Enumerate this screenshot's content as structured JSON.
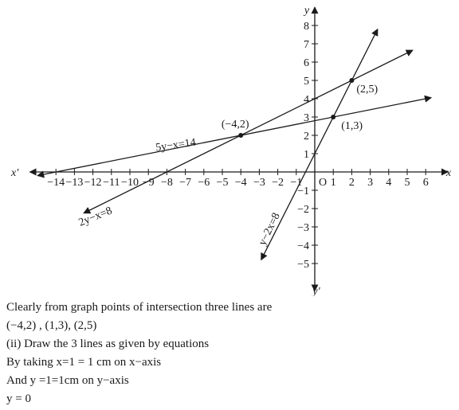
{
  "chart_data": {
    "type": "line",
    "x_axis": {
      "name": "x",
      "name_neg": "x′",
      "origin_label": "O",
      "range": [
        -15.5,
        7.2
      ]
    },
    "y_axis": {
      "name": "y",
      "name_neg": "y′",
      "range": [
        -6.5,
        9.0
      ]
    },
    "x_ticks": [
      {
        "v": -14,
        "label": "−14"
      },
      {
        "v": -13,
        "label": "−13"
      },
      {
        "v": -12,
        "label": "−12"
      },
      {
        "v": -11,
        "label": "−11"
      },
      {
        "v": -10,
        "label": "−10"
      },
      {
        "v": -9,
        "label": "−9"
      },
      {
        "v": -8,
        "label": "−8"
      },
      {
        "v": -7,
        "label": "−7"
      },
      {
        "v": -6,
        "label": "−6"
      },
      {
        "v": -5,
        "label": "−5"
      },
      {
        "v": -4,
        "label": "−4"
      },
      {
        "v": -3,
        "label": "−3"
      },
      {
        "v": -2,
        "label": "−2"
      },
      {
        "v": -1,
        "label": "−1"
      },
      {
        "v": 1,
        "label": "1"
      },
      {
        "v": 2,
        "label": "2"
      },
      {
        "v": 3,
        "label": "3"
      },
      {
        "v": 4,
        "label": "4"
      },
      {
        "v": 5,
        "label": "5"
      },
      {
        "v": 6,
        "label": "6"
      }
    ],
    "y_ticks": [
      {
        "v": 8,
        "label": "8"
      },
      {
        "v": 7,
        "label": "7"
      },
      {
        "v": 6,
        "label": "6"
      },
      {
        "v": 5,
        "label": "5"
      },
      {
        "v": 4,
        "label": "4"
      },
      {
        "v": 3,
        "label": "3"
      },
      {
        "v": 2,
        "label": "2"
      },
      {
        "v": 1,
        "label": "1"
      },
      {
        "v": -1,
        "label": "−1"
      },
      {
        "v": -2,
        "label": "−2"
      },
      {
        "v": -3,
        "label": "−3"
      },
      {
        "v": -4,
        "label": "−4"
      },
      {
        "v": -5,
        "label": "−5"
      }
    ],
    "series": [
      {
        "name": "5y−x=14",
        "x": [
          -15,
          6.3
        ],
        "y": [
          -0.2,
          4.06
        ],
        "label_at": [
          -7.5,
          1.3
        ],
        "label_rotate": -8
      },
      {
        "name": "2y−x=8",
        "x": [
          -12.5,
          5.3
        ],
        "y": [
          -2.25,
          6.65
        ],
        "label_at": [
          -11.8,
          -2.6
        ],
        "label_rotate": -22
      },
      {
        "name": "y−2x=8",
        "x": [
          -2.9,
          3.4
        ],
        "y": [
          -4.8,
          7.8
        ],
        "label_at": [
          -2.3,
          -3.2
        ],
        "label_rotate": -64
      }
    ],
    "points": [
      {
        "x": -4,
        "y": 2,
        "label": "(−4,2)"
      },
      {
        "x": 1,
        "y": 3,
        "label": "(1,3)"
      },
      {
        "x": 2,
        "y": 5,
        "label": "(2,5)"
      }
    ]
  },
  "notes": [
    "Clearly from graph points of intersection three lines are",
    "(−4,2) , (1,3), (2,5)",
    "(ii) Draw the 3 lines as given by equations",
    "By taking x=1 = 1 cm on x−axis",
    "And y =1=1cm on y−axis",
    " y = 0"
  ]
}
